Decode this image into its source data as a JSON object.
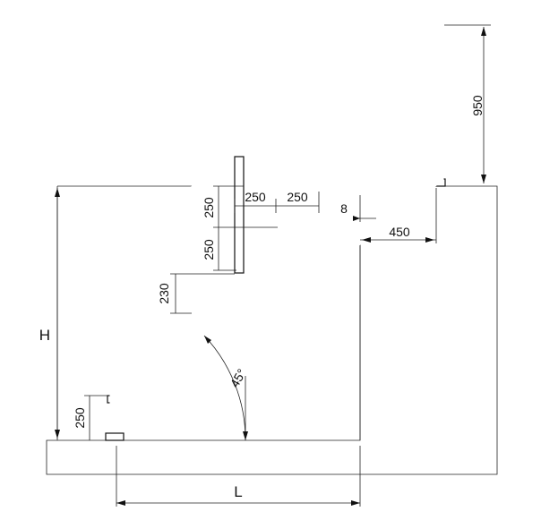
{
  "diagram": {
    "labels": {
      "height": "H",
      "length": "L",
      "handrail_height": "950",
      "angle": "45°",
      "top_offset": "450",
      "step_overhang": "8",
      "step_spacing_a": "250",
      "step_spacing_b": "250",
      "rise_a": "250",
      "rise_b": "250",
      "rise_c": "230",
      "bottom_rise": "250"
    },
    "colors": {
      "line": "#111111",
      "background": "#ffffff"
    }
  }
}
